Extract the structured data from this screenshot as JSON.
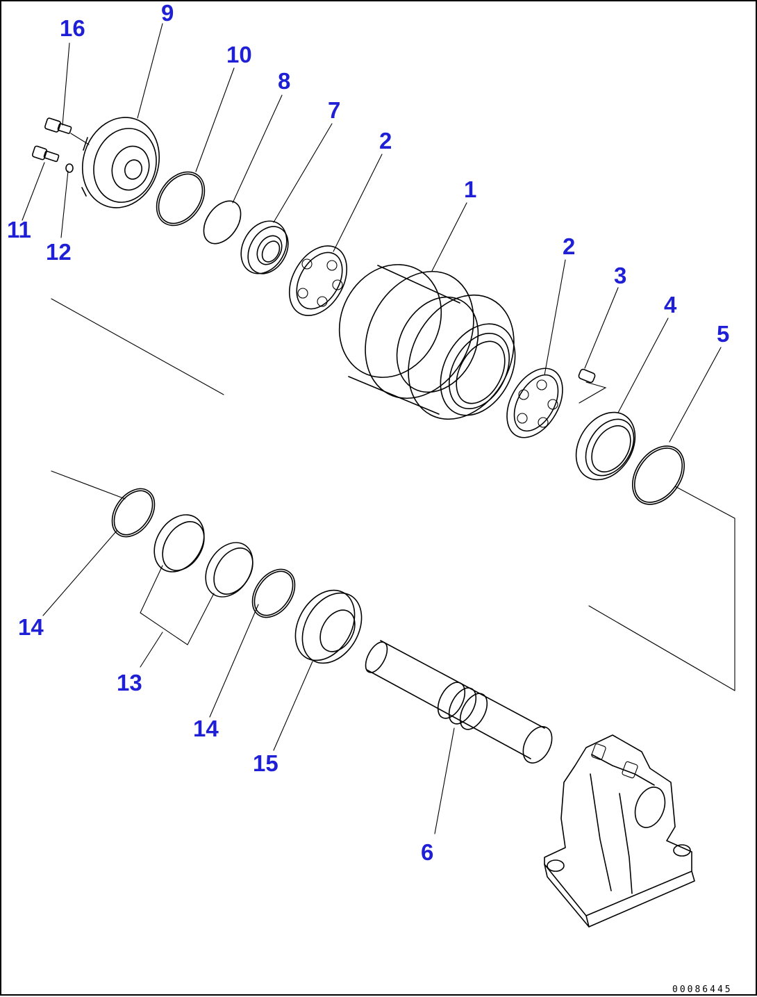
{
  "diagram": {
    "type": "exploded-parts-view",
    "callouts": [
      {
        "id": "c16",
        "text": "16"
      },
      {
        "id": "c9",
        "text": "9"
      },
      {
        "id": "c10",
        "text": "10"
      },
      {
        "id": "c8",
        "text": "8"
      },
      {
        "id": "c7",
        "text": "7"
      },
      {
        "id": "c2a",
        "text": "2"
      },
      {
        "id": "c1",
        "text": "1"
      },
      {
        "id": "c2b",
        "text": "2"
      },
      {
        "id": "c3",
        "text": "3"
      },
      {
        "id": "c4",
        "text": "4"
      },
      {
        "id": "c5",
        "text": "5"
      },
      {
        "id": "c11",
        "text": "11"
      },
      {
        "id": "c12",
        "text": "12"
      },
      {
        "id": "c14a",
        "text": "14"
      },
      {
        "id": "c13",
        "text": "13"
      },
      {
        "id": "c14b",
        "text": "14"
      },
      {
        "id": "c15",
        "text": "15"
      },
      {
        "id": "c6",
        "text": "6"
      }
    ],
    "drawing_code": "00086445",
    "label_color": "#1f1fd6",
    "line_color": "#000000"
  }
}
